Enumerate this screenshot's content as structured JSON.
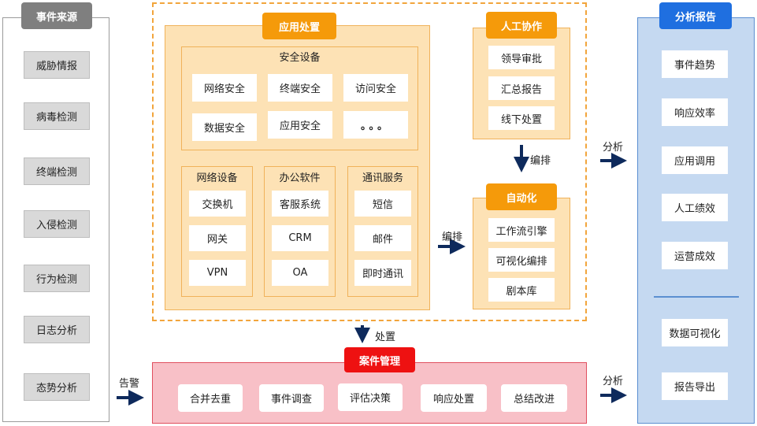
{
  "source": {
    "header": "事件来源",
    "items": [
      "威胁情报",
      "病毒检测",
      "终端检测",
      "入侵检测",
      "行为检测",
      "日志分析",
      "态势分析"
    ]
  },
  "app": {
    "header": "应用处置",
    "security": {
      "title": "安全设备",
      "items": [
        "网络安全",
        "终端安全",
        "访问安全",
        "数据安全",
        "应用安全",
        "。。。"
      ]
    },
    "network": {
      "title": "网络设备",
      "items": [
        "交换机",
        "网关",
        "VPN"
      ]
    },
    "office": {
      "title": "办公软件",
      "items": [
        "客服系统",
        "CRM",
        "OA"
      ]
    },
    "comm": {
      "title": "通讯服务",
      "items": [
        "短信",
        "邮件",
        "即时通讯"
      ]
    }
  },
  "human": {
    "header": "人工协作",
    "items": [
      "领导审批",
      "汇总报告",
      "线下处置"
    ]
  },
  "auto": {
    "header": "自动化",
    "items": [
      "工作流引擎",
      "可视化编排",
      "剧本库"
    ]
  },
  "labels": {
    "orchestrate_down": "编排",
    "orchestrate_left": "编排",
    "dispose": "处置",
    "alarm": "告警",
    "analyze_top": "分析",
    "analyze_bottom": "分析"
  },
  "case": {
    "header": "案件管理",
    "items": [
      "合并去重",
      "事件调查",
      "评估决策",
      "响应处置",
      "总结改进"
    ]
  },
  "analysis": {
    "header": "分析报告",
    "items": [
      "事件趋势",
      "响应效率",
      "应用调用",
      "人工绩效",
      "运营成效",
      "数据可视化",
      "报告导出"
    ]
  },
  "colors": {
    "orange": "#f59a0a",
    "orange_light": "#fde2b5",
    "red": "#ee1111",
    "pink": "#f8c0c7",
    "blue": "#1f6fe0",
    "blue_light": "#c5d9f1",
    "gray": "#7f7f7f",
    "arrow": "#0e2a5c"
  }
}
